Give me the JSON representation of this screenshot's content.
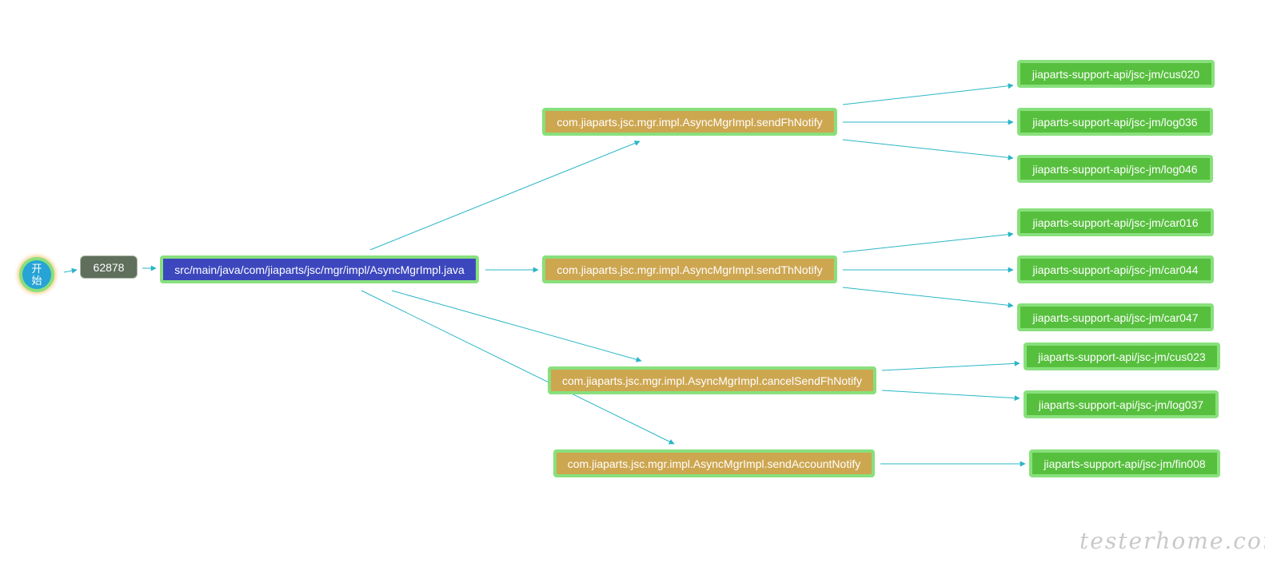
{
  "start": {
    "label": "开始"
  },
  "root": {
    "label": "62878"
  },
  "file": {
    "label": "src/main/java/com/jiaparts/jsc/mgr/impl/AsyncMgrImpl.java"
  },
  "methods": [
    {
      "label": "com.jiaparts.jsc.mgr.impl.AsyncMgrImpl.sendFhNotify"
    },
    {
      "label": "com.jiaparts.jsc.mgr.impl.AsyncMgrImpl.sendThNotify"
    },
    {
      "label": "com.jiaparts.jsc.mgr.impl.AsyncMgrImpl.cancelSendFhNotify"
    },
    {
      "label": "com.jiaparts.jsc.mgr.impl.AsyncMgrImpl.sendAccountNotify"
    }
  ],
  "apis": [
    {
      "label": "jiaparts-support-api/jsc-jm/cus020",
      "method": 0
    },
    {
      "label": "jiaparts-support-api/jsc-jm/log036",
      "method": 0
    },
    {
      "label": "jiaparts-support-api/jsc-jm/log046",
      "method": 0
    },
    {
      "label": "jiaparts-support-api/jsc-jm/car016",
      "method": 1
    },
    {
      "label": "jiaparts-support-api/jsc-jm/car044",
      "method": 1
    },
    {
      "label": "jiaparts-support-api/jsc-jm/car047",
      "method": 1
    },
    {
      "label": "jiaparts-support-api/jsc-jm/cus023",
      "method": 2
    },
    {
      "label": "jiaparts-support-api/jsc-jm/log037",
      "method": 2
    },
    {
      "label": "jiaparts-support-api/jsc-jm/fin008",
      "method": 3
    }
  ],
  "watermark": "testerhome.com",
  "colors": {
    "edge": "#2ab6c6",
    "start": "#27a3d6",
    "root": "#5f6f5c",
    "file": "#3c47be",
    "method": "#cda650",
    "api": "#57bf3e",
    "border": "#88e07c"
  }
}
